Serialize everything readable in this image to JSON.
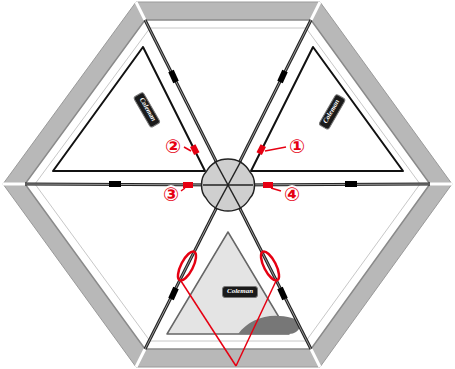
{
  "diagram": {
    "labels": [
      "①",
      "②",
      "③",
      "④",
      "Coleman",
      "Coleman",
      "Coleman"
    ]
  }
}
